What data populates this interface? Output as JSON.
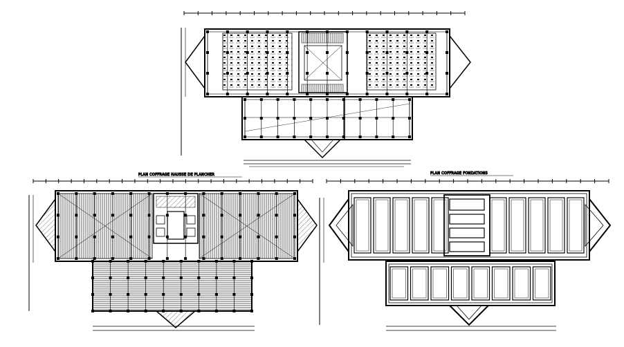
{
  "drawing": {
    "ink_color": "#000000",
    "background_color": "#ffffff",
    "hatch_color": "#333333"
  },
  "plans": [
    {
      "id": "top",
      "title": ""
    },
    {
      "id": "bottom-left",
      "title": "PLAN COFFRAGE HAUSSE DE PLANCHER"
    },
    {
      "id": "bottom-right",
      "title": "PLAN COFFRAGE FONDATIONS"
    }
  ]
}
